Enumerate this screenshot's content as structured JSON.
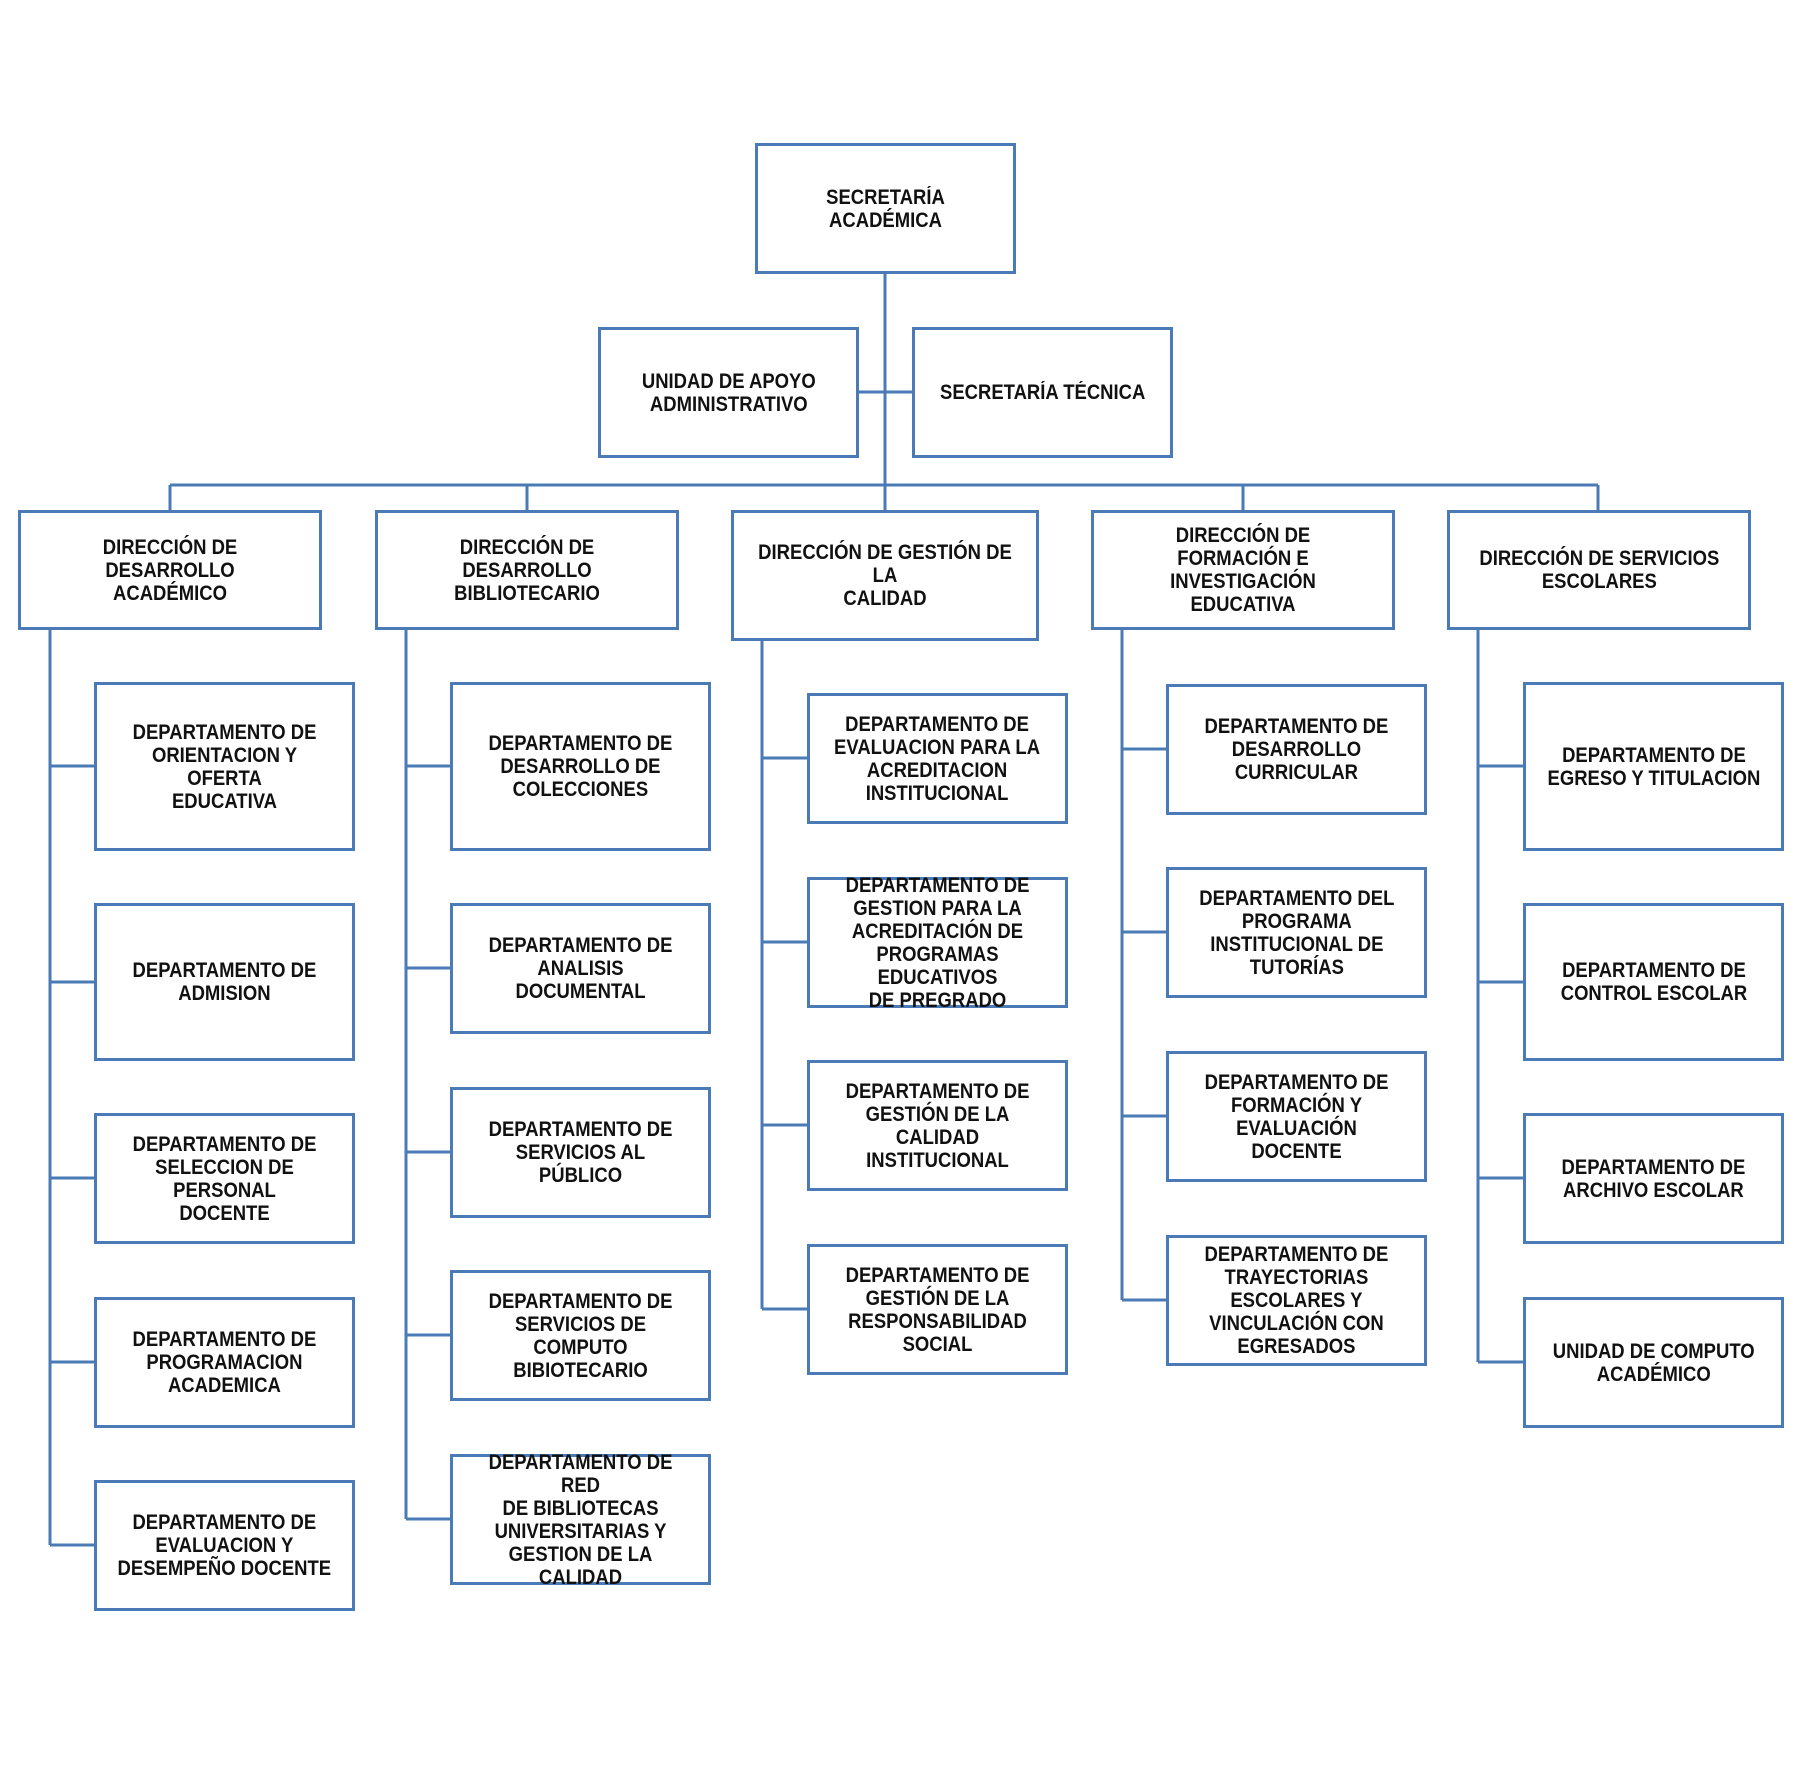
{
  "org_chart": {
    "root": "SECRETARÍA ACADÉMICA",
    "staff_units": [
      "UNIDAD DE APOYO\nADMINISTRATIVO",
      "SECRETARÍA TÉCNICA"
    ],
    "directorates": [
      {
        "title": "DIRECCIÓN DE DESARROLLO\nACADÉMICO",
        "departments": [
          "DEPARTAMENTO DE\nORIENTACION Y OFERTA\nEDUCATIVA",
          "DEPARTAMENTO DE\nADMISION",
          "DEPARTAMENTO DE\nSELECCION DE PERSONAL\nDOCENTE",
          "DEPARTAMENTO DE\nPROGRAMACION\nACADEMICA",
          "DEPARTAMENTO DE\nEVALUACION Y\nDESEMPEÑO DOCENTE"
        ]
      },
      {
        "title": "DIRECCIÓN DE DESARROLLO\nBIBLIOTECARIO",
        "departments": [
          "DEPARTAMENTO DE\nDESARROLLO DE\nCOLECCIONES",
          "DEPARTAMENTO DE\nANALISIS DOCUMENTAL",
          "DEPARTAMENTO DE\nSERVICIOS AL PÚBLICO",
          "DEPARTAMENTO DE\nSERVICIOS DE COMPUTO\nBIBIOTECARIO",
          "DEPARTAMENTO DE RED\nDE BIBLIOTECAS\nUNIVERSITARIAS  Y\nGESTION DE LA CALIDAD"
        ]
      },
      {
        "title": "DIRECCIÓN DE GESTIÓN DE LA\nCALIDAD",
        "departments": [
          "DEPARTAMENTO DE\nEVALUACION PARA LA\nACREDITACION\nINSTITUCIONAL",
          "DEPARTAMENTO DE\nGESTION PARA LA\nACREDITACIÓN DE\nPROGRAMAS EDUCATIVOS\nDE PREGRADO",
          "DEPARTAMENTO DE\nGESTIÓN DE LA CALIDAD\nINSTITUCIONAL",
          "DEPARTAMENTO DE\nGESTIÓN DE LA\nRESPONSABILIDAD SOCIAL"
        ]
      },
      {
        "title": "DIRECCIÓN DE FORMACIÓN E\nINVESTIGACIÓN EDUCATIVA",
        "departments": [
          "DEPARTAMENTO DE\nDESARROLLO\nCURRICULAR",
          "DEPARTAMENTO DEL\nPROGRAMA\nINSTITUCIONAL DE\nTUTORÍAS",
          "DEPARTAMENTO DE\nFORMACIÓN Y\nEVALUACIÓN DOCENTE",
          "DEPARTAMENTO DE\nTRAYECTORIAS\nESCOLARES Y\nVINCULACIÓN CON\nEGRESADOS"
        ]
      },
      {
        "title": "DIRECCIÓN DE SERVICIOS\nESCOLARES",
        "departments": [
          "DEPARTAMENTO DE\nEGRESO Y TITULACION",
          "DEPARTAMENTO DE\nCONTROL ESCOLAR",
          "DEPARTAMENTO DE\nARCHIVO ESCOLAR",
          "UNIDAD DE COMPUTO\nACADÉMICO"
        ]
      }
    ],
    "colors": {
      "line": "#4a7bb7",
      "text": "#111111",
      "background": "#ffffff"
    }
  }
}
